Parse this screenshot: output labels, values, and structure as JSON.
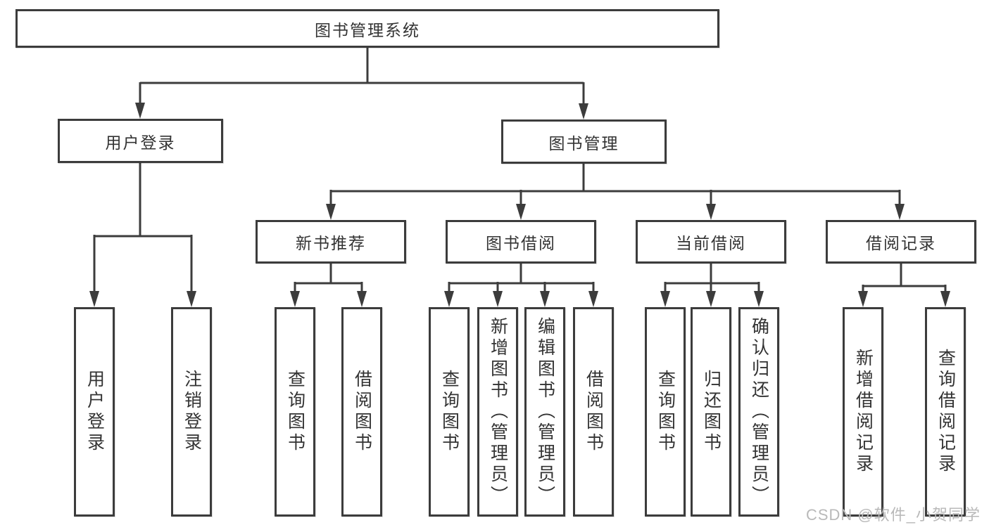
{
  "diagram": {
    "root": {
      "label": "图书管理系统"
    },
    "user_login": {
      "label": "用户登录",
      "children": {
        "login": "用户登录",
        "logout": "注销登录"
      }
    },
    "book_mgmt": {
      "label": "图书管理"
    },
    "new_books": {
      "label": "新书推荐",
      "children": {
        "query": "查询图书",
        "borrow": "借阅图书"
      }
    },
    "book_borrow": {
      "label": "图书借阅",
      "children": {
        "query": "查询图书",
        "add": "新增图书（管理员）",
        "edit": "编辑图书（管理员）",
        "borrow": "借阅图书"
      }
    },
    "current_borrow": {
      "label": "当前借阅",
      "children": {
        "query": "查询图书",
        "return": "归还图书",
        "confirm": "确认归还（管理员）"
      }
    },
    "borrow_records": {
      "label": "借阅记录",
      "children": {
        "add": "新增借阅记录",
        "query": "查询借阅记录"
      }
    },
    "colors": {
      "line": "#3c3c3c",
      "text": "#333333",
      "box_background": "#ffffff",
      "watermark": "#b9b9b9"
    }
  },
  "watermark": {
    "text": "CSDN @软件_小贺同学"
  }
}
